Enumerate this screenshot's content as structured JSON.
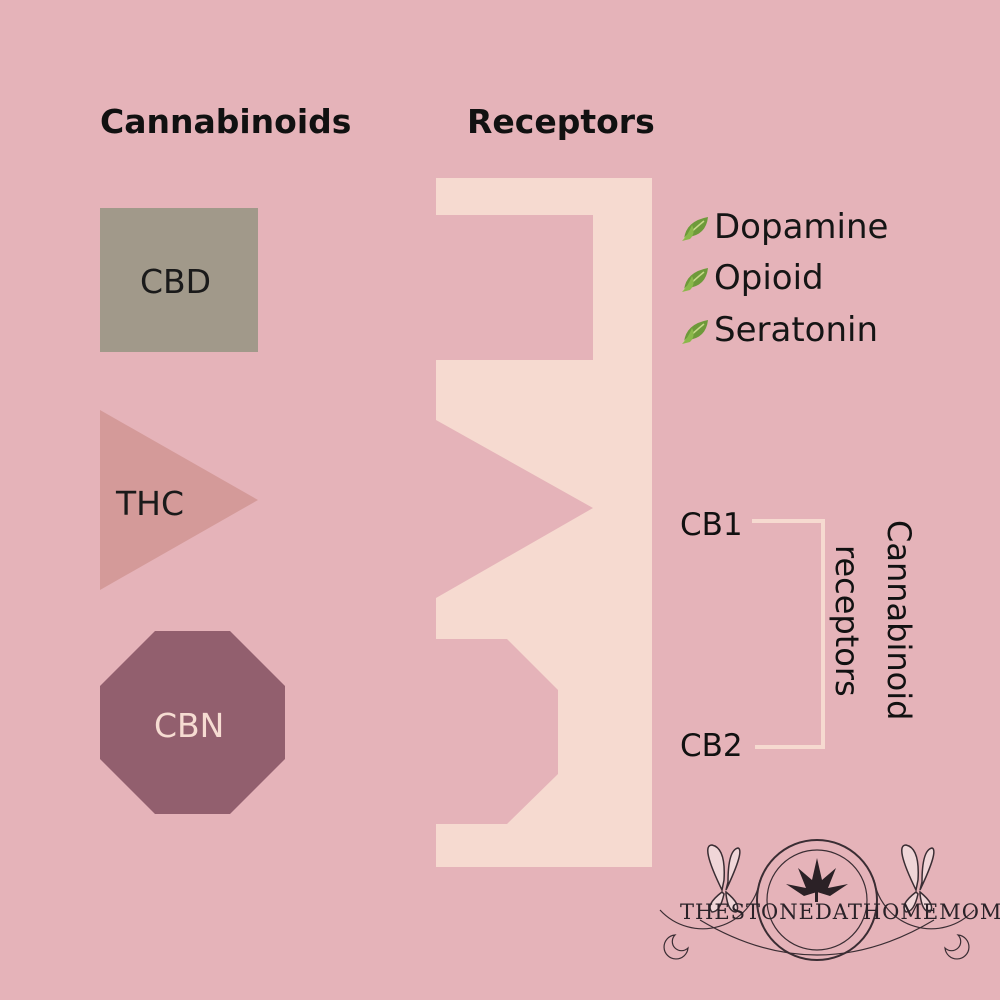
{
  "headings": {
    "cannabinoids": "Cannabinoids",
    "receptors": "Receptors"
  },
  "cannabinoids": [
    {
      "label": "CBD",
      "shape": "square",
      "color": "#a1998a"
    },
    {
      "label": "THC",
      "shape": "triangle",
      "color": "#d49a99"
    },
    {
      "label": "CBN",
      "shape": "octagon",
      "color": "#925f6e"
    }
  ],
  "receptor_list": [
    {
      "label": "Dopamine",
      "icon": "leaf-icon"
    },
    {
      "label": "Opioid",
      "icon": "leaf-icon"
    },
    {
      "label": "Seratonin",
      "icon": "leaf-icon"
    }
  ],
  "cannabinoid_receptors": {
    "items": [
      "CB1",
      "CB2"
    ],
    "group_label_line1": "Cannabinoid",
    "group_label_line2": "receptors"
  },
  "logo": {
    "text": "THESTONEDATHOMEMOM",
    "icons": [
      "butterfly-icon",
      "cannabis-leaf-icon",
      "moon-icon"
    ]
  },
  "colors": {
    "background": "#e5b3b9",
    "receptor_block": "#f6dad0",
    "bracket": "#f6dad0"
  }
}
